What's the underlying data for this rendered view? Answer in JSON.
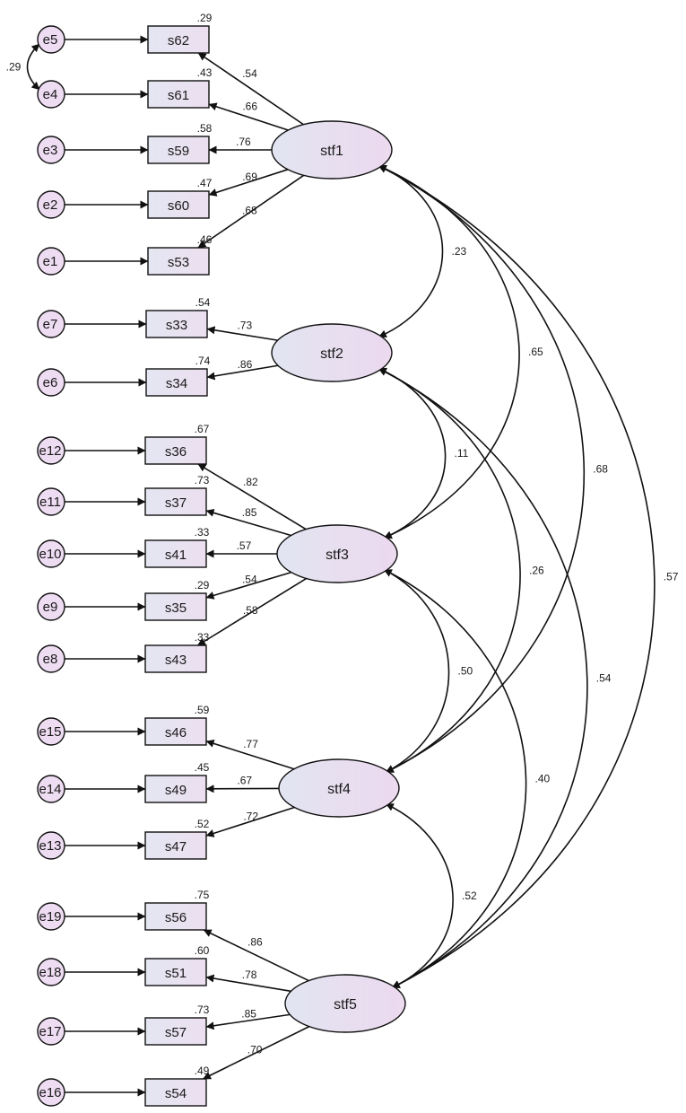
{
  "diagram": {
    "colors": {
      "error_fill": "#eedcf2",
      "observed_fill_start": "#e4e6f2",
      "observed_fill_end": "#ecdff0",
      "latent_fill_start": "#e2e5f1",
      "latent_fill_end": "#ecd9ef",
      "line": "#111111"
    },
    "latents": [
      {
        "id": "stf1",
        "label": "stf1"
      },
      {
        "id": "stf2",
        "label": "stf2"
      },
      {
        "id": "stf3",
        "label": "stf3"
      },
      {
        "id": "stf4",
        "label": "stf4"
      },
      {
        "id": "stf5",
        "label": "stf5"
      }
    ],
    "indicators": [
      {
        "error": "e5",
        "item": "s62",
        "latent": "stf1",
        "loading": ".54",
        "r2": ".29"
      },
      {
        "error": "e4",
        "item": "s61",
        "latent": "stf1",
        "loading": ".66",
        "r2": ".43"
      },
      {
        "error": "e3",
        "item": "s59",
        "latent": "stf1",
        "loading": ".76",
        "r2": ".58"
      },
      {
        "error": "e2",
        "item": "s60",
        "latent": "stf1",
        "loading": ".69",
        "r2": ".47"
      },
      {
        "error": "e1",
        "item": "s53",
        "latent": "stf1",
        "loading": ".68",
        "r2": ".46"
      },
      {
        "error": "e7",
        "item": "s33",
        "latent": "stf2",
        "loading": ".73",
        "r2": ".54"
      },
      {
        "error": "e6",
        "item": "s34",
        "latent": "stf2",
        "loading": ".86",
        "r2": ".74"
      },
      {
        "error": "e12",
        "item": "s36",
        "latent": "stf3",
        "loading": ".82",
        "r2": ".67"
      },
      {
        "error": "e11",
        "item": "s37",
        "latent": "stf3",
        "loading": ".85",
        "r2": ".73"
      },
      {
        "error": "e10",
        "item": "s41",
        "latent": "stf3",
        "loading": ".57",
        "r2": ".33"
      },
      {
        "error": "e9",
        "item": "s35",
        "latent": "stf3",
        "loading": ".54",
        "r2": ".29"
      },
      {
        "error": "e8",
        "item": "s43",
        "latent": "stf3",
        "loading": ".58",
        "r2": ".33"
      },
      {
        "error": "e15",
        "item": "s46",
        "latent": "stf4",
        "loading": ".77",
        "r2": ".59"
      },
      {
        "error": "e14",
        "item": "s49",
        "latent": "stf4",
        "loading": ".67",
        "r2": ".45"
      },
      {
        "error": "e13",
        "item": "s47",
        "latent": "stf4",
        "loading": ".72",
        "r2": ".52"
      },
      {
        "error": "e19",
        "item": "s56",
        "latent": "stf5",
        "loading": ".86",
        "r2": ".75"
      },
      {
        "error": "e18",
        "item": "s51",
        "latent": "stf5",
        "loading": ".78",
        "r2": ".60"
      },
      {
        "error": "e17",
        "item": "s57",
        "latent": "stf5",
        "loading": ".85",
        "r2": ".73"
      },
      {
        "error": "e16",
        "item": "s54",
        "latent": "stf5",
        "loading": ".70",
        "r2": ".49"
      }
    ],
    "error_covariances": [
      {
        "from": "e5",
        "to": "e4",
        "value": ".29"
      }
    ],
    "latent_correlations": [
      {
        "from": "stf1",
        "to": "stf2",
        "value": ".23"
      },
      {
        "from": "stf1",
        "to": "stf3",
        "value": ".65"
      },
      {
        "from": "stf1",
        "to": "stf4",
        "value": ".68"
      },
      {
        "from": "stf1",
        "to": "stf5",
        "value": ".57"
      },
      {
        "from": "stf2",
        "to": "stf3",
        "value": ".11"
      },
      {
        "from": "stf2",
        "to": "stf4",
        "value": ".26"
      },
      {
        "from": "stf2",
        "to": "stf5",
        "value": ".54"
      },
      {
        "from": "stf3",
        "to": "stf4",
        "value": ".50"
      },
      {
        "from": "stf3",
        "to": "stf5",
        "value": ".40"
      },
      {
        "from": "stf4",
        "to": "stf5",
        "value": ".52"
      }
    ]
  }
}
